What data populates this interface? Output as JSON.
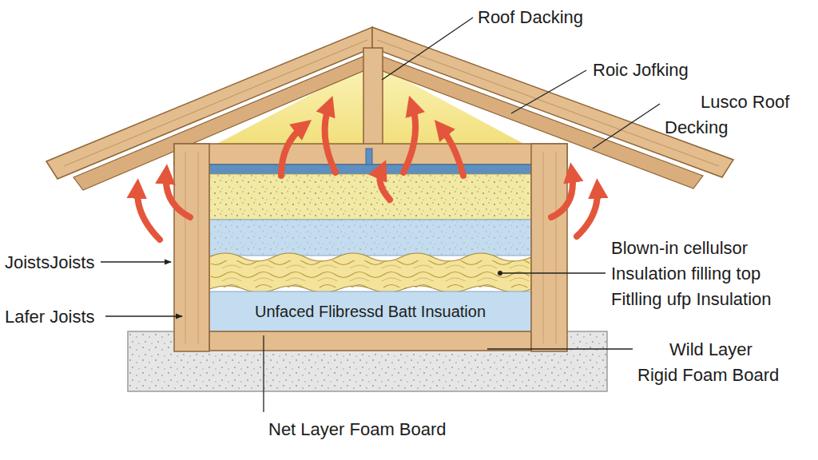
{
  "diagram": {
    "nodes": [
      {
        "text": [
          "Unfaced Flibressd Batt Insuation"
        ]
      }
    ],
    "labels": [
      "Roof Dacking",
      "Roic Jofking",
      "Lusco Roof Decking",
      "JoistsJoists",
      "Lafer Joists",
      "Blown-in cellulsor Insulation filling top Fitlling ufp Insulation",
      "Wild Layer Rigid Foam Board",
      "Net Layer Foam Board"
    ]
  }
}
